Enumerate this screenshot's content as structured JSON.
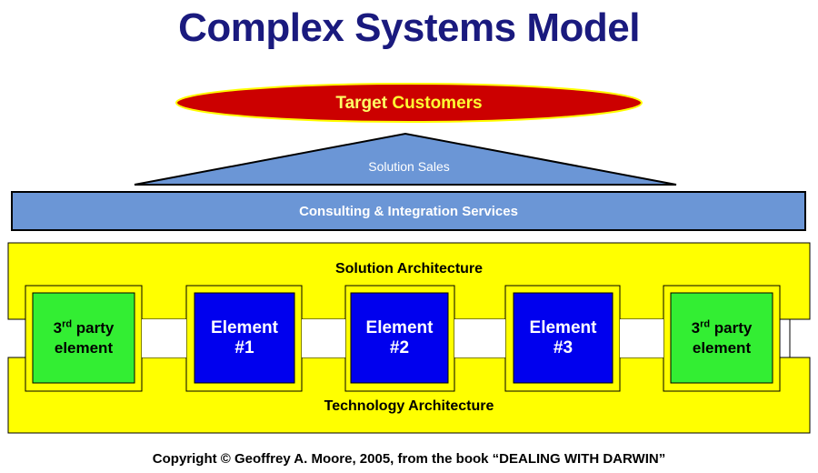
{
  "title": "Complex Systems Model",
  "target": {
    "text_a": "Target",
    "text_b": "Customers"
  },
  "solution_sales": "Solution Sales",
  "consulting": "Consulting & Integration  Services",
  "solution_architecture": "Solution Architecture",
  "technology_architecture": "Technology Architecture",
  "elements": [
    {
      "line1_num": "3",
      "line1_sup": "rd",
      "line1_rest": " party",
      "line2": "element"
    },
    {
      "line1": "Element",
      "line2": "#1"
    },
    {
      "line1": "Element",
      "line2": "#2"
    },
    {
      "line1": "Element",
      "line2": "#3"
    },
    {
      "line1_num": "3",
      "line1_sup": "rd",
      "line1_rest": " party",
      "line2": "element"
    }
  ],
  "copyright": "Copyright © Geoffrey  A.  Moore, 2005, from the book “DEALING WITH DARWIN”",
  "colors": {
    "title": "#1a1a7e",
    "ellipse_fill": "#cc0000",
    "ellipse_border": "#ffff00",
    "target_a": "#ffff66",
    "target_b": "#ffff33",
    "blue_band": "#6b96d6",
    "yellow": "#ffff00",
    "green": "#33ee33",
    "element_blue": "#0000ee"
  }
}
